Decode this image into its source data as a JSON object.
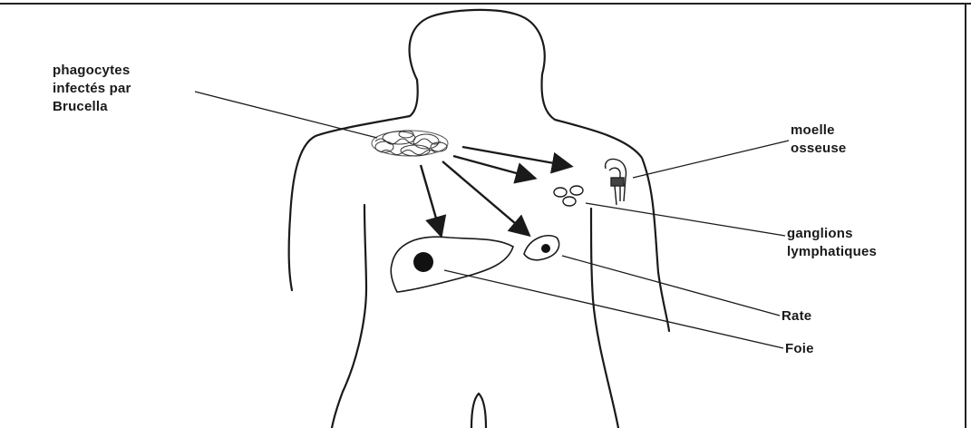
{
  "labels": {
    "phagocytes": "phagocytes\ninfectés par\nBrucella",
    "moelle": "moelle\nosseuse",
    "ganglions": "ganglions\nlymphatiques",
    "rate": "Rate",
    "foie": "Foie"
  },
  "colors": {
    "line": "#1a1a1a",
    "organ_fill": "#ffffff",
    "lesion": "#111111",
    "background": "#ffffff"
  }
}
